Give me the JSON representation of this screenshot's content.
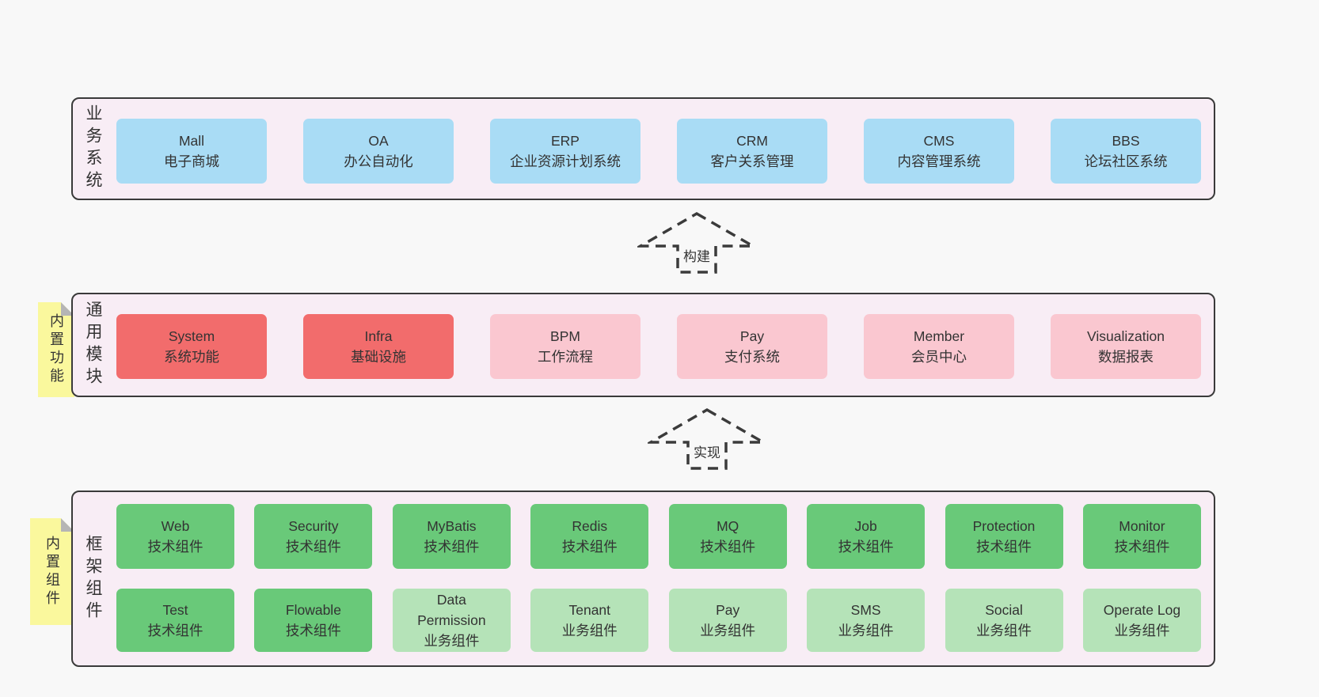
{
  "colors": {
    "page_bg": "#F8F8F8",
    "panel_bg": "#F8EDF5",
    "panel_border": "#3A3A3A",
    "box_blue": "#A9DCF5",
    "box_red": "#F26C6C",
    "box_pink": "#FAC7D0",
    "box_green": "#69C979",
    "box_light_green": "#B5E3B8",
    "note_yellow": "#FAF89D",
    "note_fold": "#B5B5B5",
    "text": "#333333",
    "arrow": "#3B3B3B"
  },
  "arrows": [
    {
      "label": "构建"
    },
    {
      "label": "实现"
    }
  ],
  "sections": [
    {
      "label": "业务系统",
      "rows": [
        [
          {
            "title": "Mall",
            "subtitle": "电子商城",
            "variant": "blue"
          },
          {
            "title": "OA",
            "subtitle": "办公自动化",
            "variant": "blue"
          },
          {
            "title": "ERP",
            "subtitle": "企业资源计划系统",
            "variant": "blue"
          },
          {
            "title": "CRM",
            "subtitle": "客户关系管理",
            "variant": "blue"
          },
          {
            "title": "CMS",
            "subtitle": "内容管理系统",
            "variant": "blue"
          },
          {
            "title": "BBS",
            "subtitle": "论坛社区系统",
            "variant": "blue"
          }
        ]
      ]
    },
    {
      "label": "通用模块",
      "note": "内置功能",
      "rows": [
        [
          {
            "title": "System",
            "subtitle": "系统功能",
            "variant": "red"
          },
          {
            "title": "Infra",
            "subtitle": "基础设施",
            "variant": "red"
          },
          {
            "title": "BPM",
            "subtitle": "工作流程",
            "variant": "pink"
          },
          {
            "title": "Pay",
            "subtitle": "支付系统",
            "variant": "pink"
          },
          {
            "title": "Member",
            "subtitle": "会员中心",
            "variant": "pink"
          },
          {
            "title": "Visualization",
            "subtitle": "数据报表",
            "variant": "pink"
          }
        ]
      ]
    },
    {
      "label": "框架组件",
      "note": "内置组件",
      "rows": [
        [
          {
            "title": "Web",
            "subtitle": "技术组件",
            "variant": "green"
          },
          {
            "title": "Security",
            "subtitle": "技术组件",
            "variant": "green"
          },
          {
            "title": "MyBatis",
            "subtitle": "技术组件",
            "variant": "green"
          },
          {
            "title": "Redis",
            "subtitle": "技术组件",
            "variant": "green"
          },
          {
            "title": "MQ",
            "subtitle": "技术组件",
            "variant": "green"
          },
          {
            "title": "Job",
            "subtitle": "技术组件",
            "variant": "green"
          },
          {
            "title": "Protection",
            "subtitle": "技术组件",
            "variant": "green"
          },
          {
            "title": "Monitor",
            "subtitle": "技术组件",
            "variant": "green"
          }
        ],
        [
          {
            "title": "Test",
            "subtitle": "技术组件",
            "variant": "green"
          },
          {
            "title": "Flowable",
            "subtitle": "技术组件",
            "variant": "green"
          },
          {
            "title": "Data Permission",
            "subtitle": "业务组件",
            "variant": "lightgreen"
          },
          {
            "title": "Tenant",
            "subtitle": "业务组件",
            "variant": "lightgreen"
          },
          {
            "title": "Pay",
            "subtitle": "业务组件",
            "variant": "lightgreen"
          },
          {
            "title": "SMS",
            "subtitle": "业务组件",
            "variant": "lightgreen"
          },
          {
            "title": "Social",
            "subtitle": "业务组件",
            "variant": "lightgreen"
          },
          {
            "title": "Operate Log",
            "subtitle": "业务组件",
            "variant": "lightgreen"
          }
        ]
      ]
    }
  ]
}
